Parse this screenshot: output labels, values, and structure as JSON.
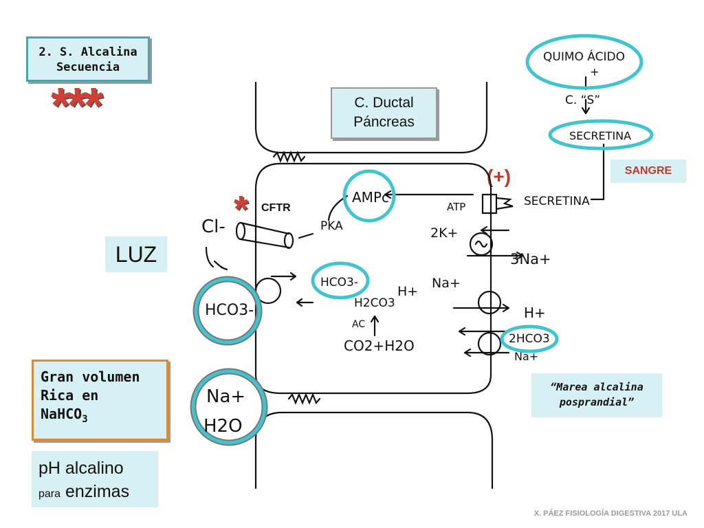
{
  "title": {
    "line1": "2. S. Alcalina",
    "line2": "Secuencia"
  },
  "asterisks": "***",
  "ductal": {
    "line1": "C. Ductal",
    "line2": "Páncreas"
  },
  "sangre": "SANGRE",
  "luz": "LUZ",
  "gran": {
    "line1": "Gran volumen",
    "line2": "Rica en",
    "line3": "NaHCO",
    "line3_sub": "3"
  },
  "ph": {
    "line1": "pH alcalino",
    "line2_small": "para",
    "line2": " enzimas"
  },
  "marea": {
    "line1": "“Marea alcalina",
    "line2": "posprandial”"
  },
  "footer": "X. PÁEZ   FISIOLOGÍA DIGESTIVA 2017 ULA",
  "plus_sign": "(+)",
  "cftr_star": "*",
  "cftr": "CFTR",
  "sequence": {
    "quimo": "QUIMO ÁCIDO",
    "plus": "+",
    "c_s": "C. “S”",
    "secretina": "SECRETINA"
  },
  "cell": {
    "secretina_receptor": "SECRETINA",
    "atp": "ATP",
    "ampc": "AMPc",
    "pka": "PKA",
    "k": "2K+",
    "na3": "3Na+",
    "na": "Na+",
    "h_right": "H+",
    "hco3_2": "2HCO3",
    "na_bottom": "Na+",
    "hco3_cell": "HCO3-",
    "h_cell": "H+",
    "h2co3": "H2CO3",
    "ac": "AC",
    "co2": "CO2+H2O",
    "cl": "Cl-",
    "lumen_hco3": "HCO3-",
    "lumen_na": "Na+",
    "lumen_h2o": "H2O"
  }
}
